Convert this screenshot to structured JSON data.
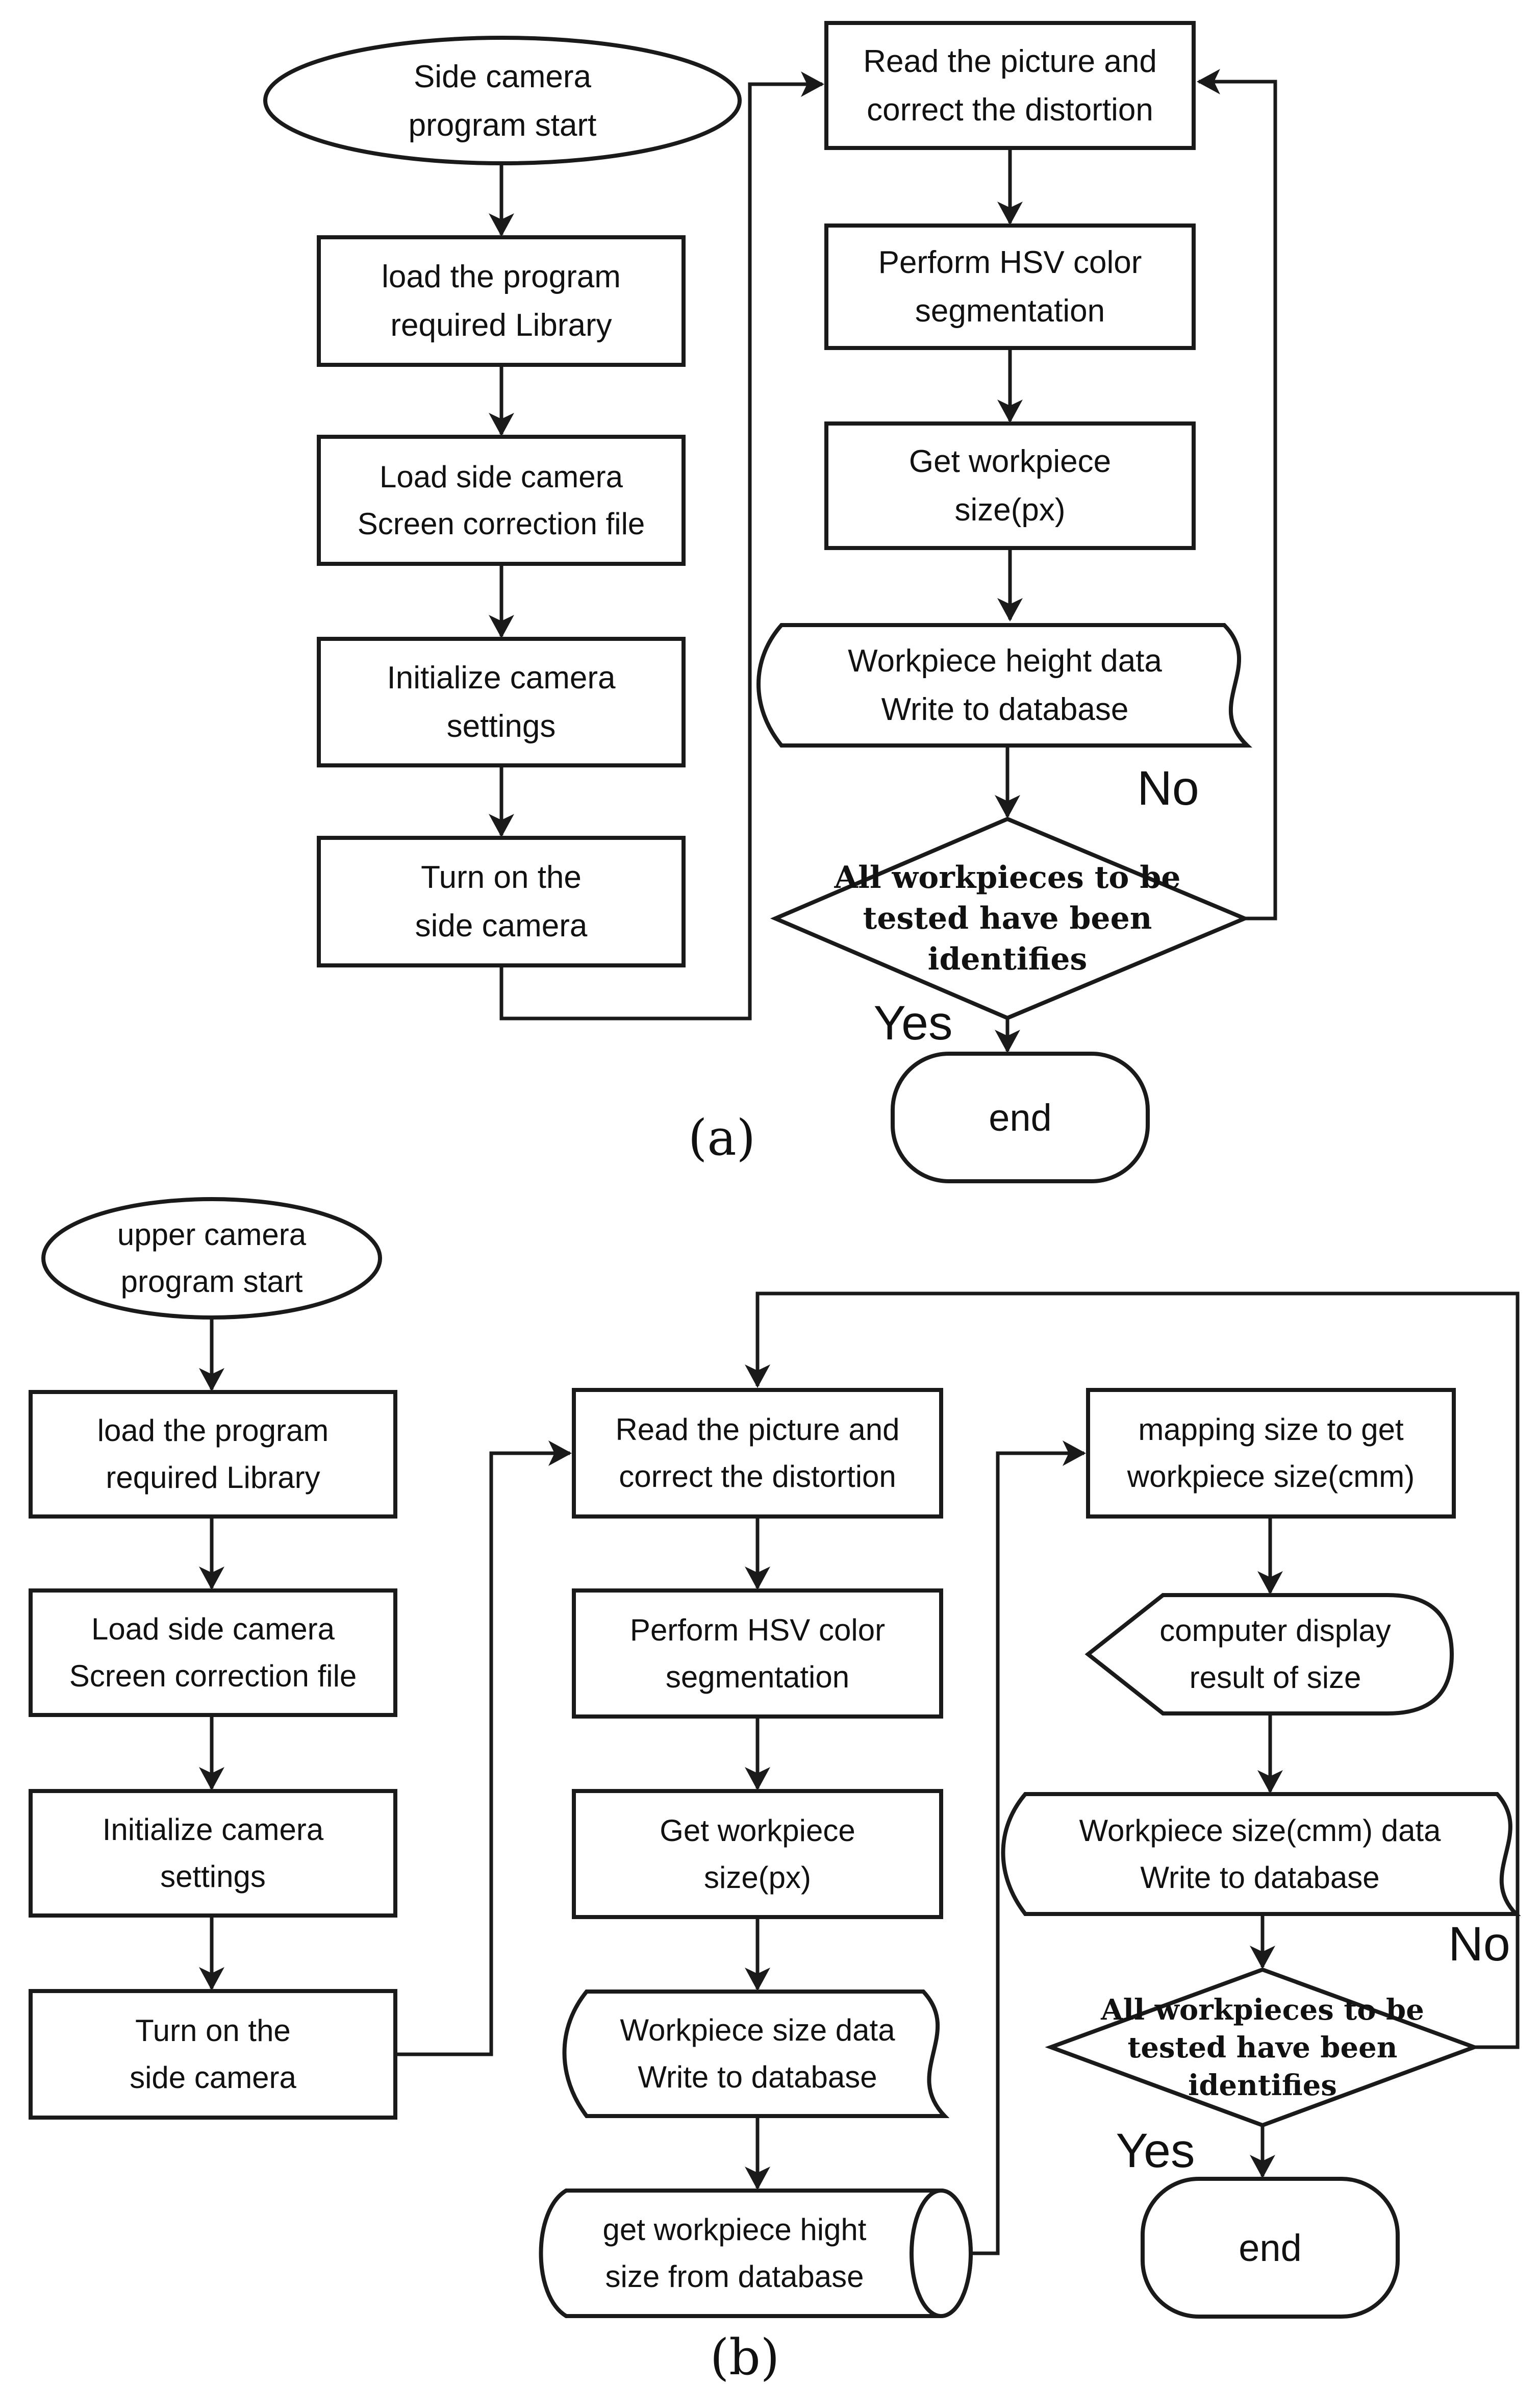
{
  "colors": {
    "stroke": "#1a1a1a",
    "fill": "#ffffff",
    "text": "#111111"
  },
  "flow_a": {
    "start": "Side camera\nprogram start",
    "load_library": "load the program\nrequired Library",
    "load_correction": "Load side camera\nScreen correction file",
    "init_settings": "Initialize camera\nsettings",
    "turn_on": "Turn on the\nside camera",
    "read_picture": "Read the picture and\ncorrect the distortion",
    "hsv": "Perform HSV color\nsegmentation",
    "get_size": "Get workpiece\nsize(px)",
    "write_db": "Workpiece height data\nWrite to database",
    "decision": "All workpieces to be\ntested have been\nidentifies",
    "no": "No",
    "yes": "Yes",
    "end": "end",
    "caption": "(a)"
  },
  "flow_b": {
    "start": "upper camera\nprogram start",
    "load_library": "load the program\nrequired Library",
    "load_correction": "Load side camera\nScreen correction file",
    "init_settings": "Initialize camera\nsettings",
    "turn_on": "Turn on the\nside camera",
    "read_picture": "Read the picture and\ncorrect the distortion",
    "hsv": "Perform HSV color\nsegmentation",
    "get_size": "Get workpiece\nsize(px)",
    "write_db": "Workpiece size data\nWrite to database",
    "get_height_db": "get workpiece hight\nsize from database",
    "mapping": "mapping size to get\nworkpiece size(cmm)",
    "display_result": "computer display\nresult of size",
    "write_db2": "Workpiece size(cmm) data\nWrite to database",
    "decision": "All workpieces to be\ntested have been\nidentifies",
    "no": "No",
    "yes": "Yes",
    "end": "end",
    "caption": "(b)"
  }
}
